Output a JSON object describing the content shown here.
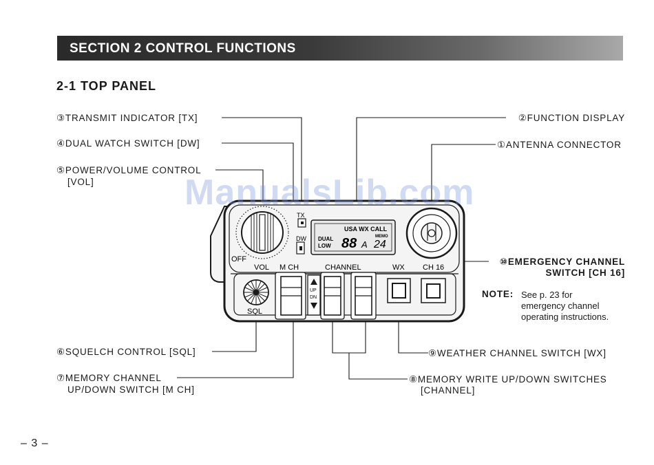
{
  "section": {
    "title": "SECTION 2 CONTROL FUNCTIONS"
  },
  "subsection": {
    "title": "2-1  TOP PANEL"
  },
  "callouts": {
    "tx": "③TRANSMIT INDICATOR [TX]",
    "dw": "④DUAL WATCH SWITCH [DW]",
    "vol_line1": "⑤POWER/VOLUME CONTROL",
    "vol_line2": "[VOL]",
    "display": "②FUNCTION DISPLAY",
    "antenna": "①ANTENNA CONNECTOR",
    "emergency_line1": "⑩EMERGENCY CHANNEL",
    "emergency_line2": "SWITCH [CH 16]",
    "sql": "⑥SQUELCH CONTROL [SQL]",
    "mch_line1": "⑦MEMORY CHANNEL",
    "mch_line2": "UP/DOWN SWITCH [M CH]",
    "wx": "⑨WEATHER CHANNEL SWITCH [WX]",
    "memwrite_line1": "⑧MEMORY WRITE UP/DOWN SWITCHES",
    "memwrite_line2": "[CHANNEL]"
  },
  "note": {
    "label": "NOTE:",
    "lines": [
      "See p. 23 for",
      "emergency channel",
      "operating instructions."
    ]
  },
  "panel": {
    "tx": "TX",
    "dw": "DW",
    "off": "OFF",
    "vol": "VOL",
    "mch": "M CH",
    "channel": "CHANNEL",
    "wx": "WX",
    "ch16": "CH 16",
    "sql": "SQL",
    "up": "UP",
    "dn": "DN",
    "lcd_top": "USA WX CALL",
    "lcd_dual": "DUAL",
    "lcd_low": "LOW",
    "lcd_digits": "88",
    "lcd_a": "A",
    "lcd_memo": "MEMO",
    "lcd_ch": "24"
  },
  "watermark": "ManualsLib.com",
  "page_number": "– 3 –"
}
